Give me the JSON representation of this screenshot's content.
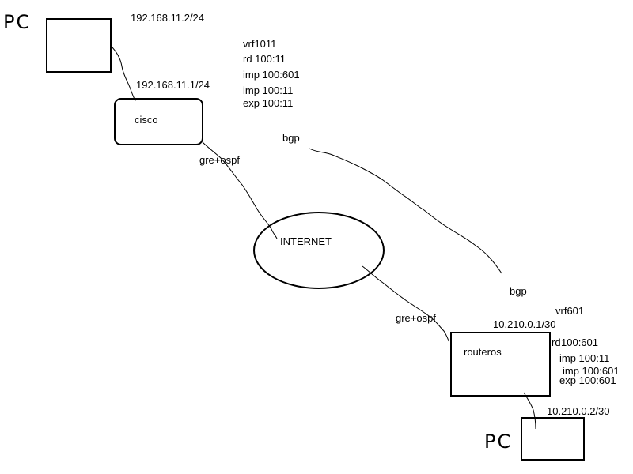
{
  "colors": {
    "stroke": "#000000",
    "background": "#ffffff"
  },
  "nodes": {
    "pc_top": {
      "label": "PC",
      "ip": "192.168.11.2/24"
    },
    "cisco": {
      "label": "cisco",
      "ip": "192.168.11.1/24"
    },
    "internet": {
      "label": "INTERNET"
    },
    "routeros": {
      "label": "routeros",
      "ip": "10.210.0.1/30"
    },
    "pc_bottom": {
      "label": "PC",
      "ip": "10.210.0.2/30"
    }
  },
  "links": {
    "cisco_internet": "gre+ospf",
    "internet_routeros": "gre+ospf",
    "bgp_start": "bgp",
    "bgp_end": "bgp"
  },
  "vrf_cisco": [
    "vrf1011",
    "rd 100:11",
    "imp 100:601",
    "imp 100:11",
    "exp 100:11"
  ],
  "vrf_routeros": {
    "name": "vrf601",
    "rd_prefix": "rd",
    "rd_value": "100:601",
    "lines": [
      "imp 100:11",
      "imp 100:601",
      "exp 100:601"
    ]
  }
}
